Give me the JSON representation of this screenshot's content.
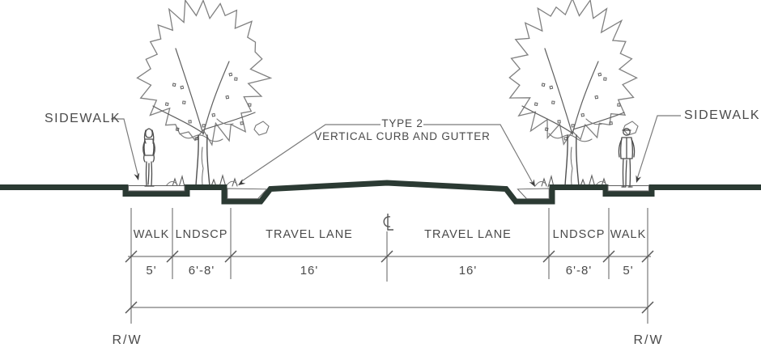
{
  "drawing_type": "street-cross-section",
  "colors": {
    "ground": "#2b3a33",
    "line": "#7a7a7a",
    "text": "#4a4a4a"
  },
  "callouts": {
    "sidewalk_left": "SIDEWALK",
    "sidewalk_right": "SIDEWALK",
    "curb_type_line1": "TYPE 2",
    "curb_type_line2": "VERTICAL CURB AND GUTTER"
  },
  "sections": [
    {
      "label": "WALK",
      "width": "5'"
    },
    {
      "label": "LNDSCP",
      "width": "6'-8'"
    },
    {
      "label": "TRAVEL LANE",
      "width": "16'"
    },
    {
      "label": "TRAVEL LANE",
      "width": "16'"
    },
    {
      "label": "LNDSCP",
      "width": "6'-8'"
    },
    {
      "label": "WALK",
      "width": "5'"
    }
  ],
  "right_of_way": {
    "left": "R/W",
    "right": "R/W"
  },
  "centerline": {
    "icon": "centerline-symbol"
  }
}
